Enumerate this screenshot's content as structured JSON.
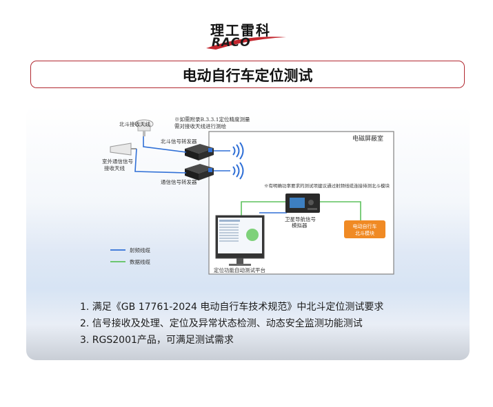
{
  "logo": {
    "cn": "理工雷科",
    "en": "RACO"
  },
  "title": "电动自行车定位测试",
  "diagram": {
    "beidou_antenna": "北斗接收天线",
    "note_top_line1": "※如需附录B.3.3.1定位精度测量",
    "note_top_line2": "需对接收天线进行测绘",
    "beidou_converter": "北斗信号转发器",
    "outdoor_antenna_line1": "室外通信信号",
    "outdoor_antenna_line2": "接收天线",
    "comm_converter": "通信信号转发器",
    "shield_room": "电磁屏蔽室",
    "note_mid": "※有明确功率要求的测试项建议通过射频线缆连接待测北斗模块",
    "simulator_line1": "卫星导航信号",
    "simulator_line2": "模拟器",
    "dut_line1": "电动自行车",
    "dut_line2": "北斗模块",
    "platform": "定位功能自动测试平台",
    "legend_rf": "射频线缆",
    "legend_data": "数据线缆",
    "colors": {
      "rf_cable": "#2f6fd6",
      "data_cable": "#5cc15c",
      "dut_box": "#f08a24",
      "accent": "#b1272f"
    }
  },
  "bullets": [
    "1. 满足《GB 17761-2024 电动自行车技术规范》中北斗定位测试要求",
    "2. 信号接收及处理、定位及异常状态检测、动态安全监测功能测试",
    "3. RGS2001产品，可满足测试需求"
  ]
}
